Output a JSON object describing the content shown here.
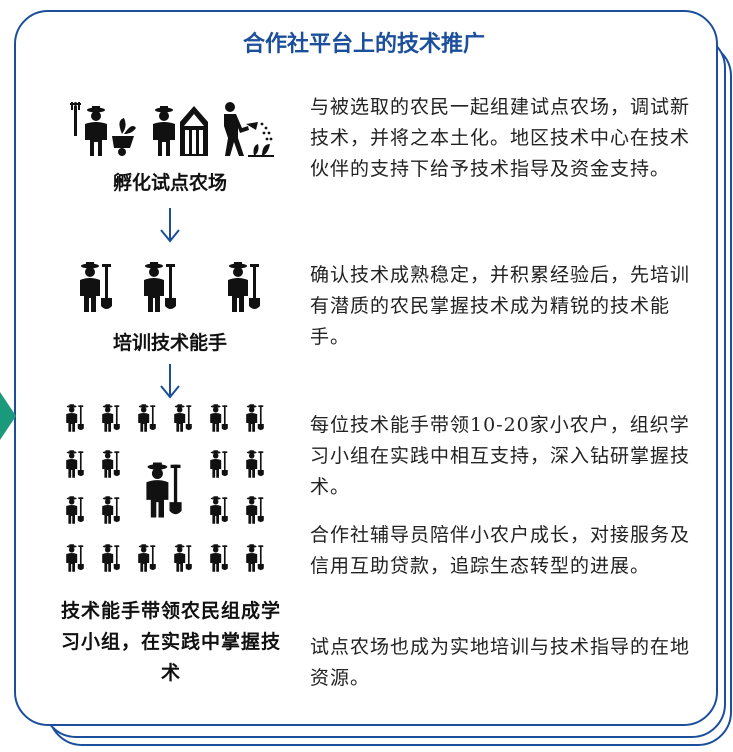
{
  "title": "合作社平台上的技术推广",
  "steps": [
    {
      "label": "孵化试点农场",
      "paragraphs": [
        "与被选取的农民一起组建试点农场，调试新技术，并将之本土化。地区技术中心在技术伙伴的支持下给予技术指导及资金支持。"
      ]
    },
    {
      "label": "培训技术能手",
      "paragraphs": [
        "确认技术成熟稳定，并积累经验后，先培训有潜质的农民掌握技术成为精锐的技术能手。"
      ]
    },
    {
      "label": "技术能手带领农民组成学习小组，在实践中掌握技术",
      "paragraphs": [
        "每位技术能手带领10-20家小农户，组织学习小组在实践中相互支持，深入钻研掌握技术。",
        "合作社辅导员陪伴小农户成长，对接服务及信用互助贷款，追踪生态转型的进展。",
        "试点农场也成为实地培训与技术指导的在地资源。"
      ]
    }
  ],
  "icons": [
    "farmer-tools-icon",
    "farmer-greenhouse-icon",
    "farmer-watering-icon",
    "farmer-shovel-icon",
    "farmer-group-icon"
  ],
  "colors": {
    "border": "#1b4f9c",
    "arrow": "#1b4f9c",
    "accent": "#1a9a7a",
    "icon": "#111111"
  }
}
